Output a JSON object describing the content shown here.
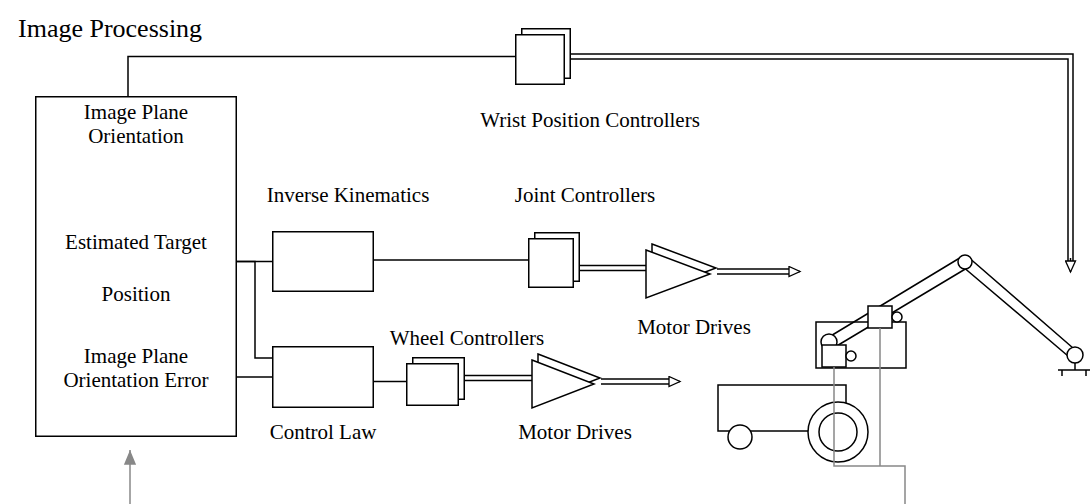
{
  "diagram": {
    "title": "Image Processing",
    "nodes": [
      {
        "text": [
          "Image Plane Orientation",
          "Estimated Target Position",
          "Image Plane Orientation Error"
        ]
      },
      {
        "text": [
          "Wrist Position Controllers"
        ]
      },
      {
        "text": [
          "Inverse Kinematics"
        ]
      },
      {
        "text": [
          "Joint Controllers"
        ]
      },
      {
        "text": [
          "Motor Drives"
        ]
      },
      {
        "text": [
          "Control Law"
        ]
      },
      {
        "text": [
          "Wheel Controllers"
        ]
      },
      {
        "text": [
          "Motor Drives"
        ]
      }
    ],
    "edges": [
      {
        "from": 0,
        "to": 1,
        "arrow": "none"
      },
      {
        "from": 0,
        "to": 2,
        "arrow": "none"
      },
      {
        "from": 0,
        "to": 5,
        "arrow": "none"
      },
      {
        "from": 0,
        "to": 5,
        "arrow": "none"
      },
      {
        "from": 2,
        "to": 3,
        "arrow": "none"
      },
      {
        "from": 3,
        "to": 4,
        "arrow": "none"
      },
      {
        "from": 5,
        "to": 6,
        "arrow": "none"
      },
      {
        "from": 6,
        "to": 7,
        "arrow": "none"
      }
    ]
  }
}
